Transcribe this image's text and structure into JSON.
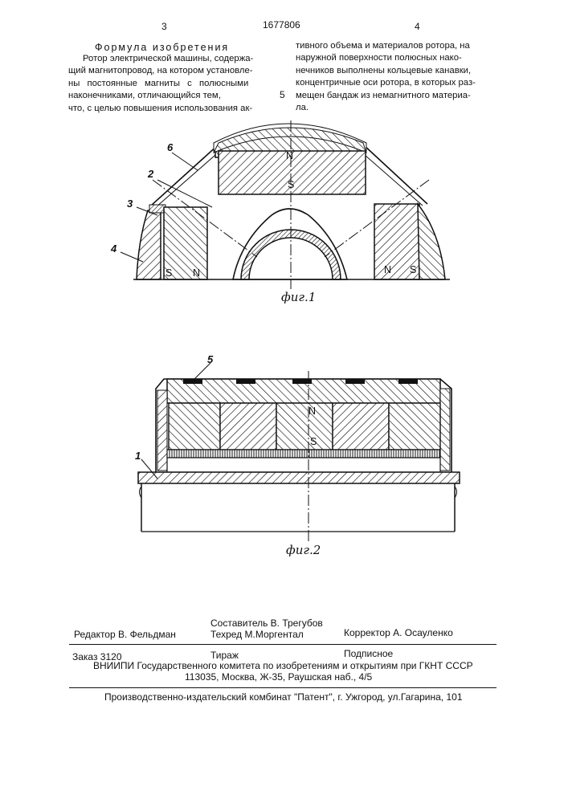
{
  "header": {
    "page_left": "3",
    "patent_number": "1677806",
    "page_right": "4",
    "line_marker": "5"
  },
  "formula": {
    "title": "Формула изобретения",
    "left_lines": [
      "Ротор электрической машины, содержа-",
      "щий магнитопровод, на котором установле-",
      "ны постоянные магниты с полюсными",
      "наконечниками, отличающийся тем,",
      "что, с целью повышения использования ак-"
    ],
    "right_lines": [
      "тивного объема и материалов ротора, на",
      "наружной поверхности полюсных нако-",
      "нечников выполнены кольцевые канавки,",
      "концентричные оси ротора, в которых раз-",
      "мещен бандаж из немагнитного материа-",
      "ла."
    ]
  },
  "figure1": {
    "caption": "фиг.1",
    "labels": {
      "l6": "6",
      "l2": "2",
      "l3": "3",
      "l4": "4",
      "N_top": "N",
      "S_top": "S",
      "S_left": "S",
      "N_left": "N",
      "N_right": "N",
      "S_right": "S"
    }
  },
  "figure2": {
    "caption": "фиг.2",
    "labels": {
      "l5": "5",
      "l1": "1",
      "N": "N",
      "S": "S"
    }
  },
  "footer": {
    "editor": "Редактор В. Фельдман",
    "compiler": "Составитель В. Трегубов",
    "techred": "Техред М.Моргентал",
    "corrector": "Корректор А. Осауленко",
    "order": "Заказ 3120",
    "circulation": "Тираж",
    "subscription": "Подписное",
    "org_line1": "ВНИИПИ Государственного комитета по изобретениям и открытиям при ГКНТ СССР",
    "org_line2": "113035, Москва, Ж-35, Раушская наб., 4/5",
    "publisher": "Производственно-издательский комбинат \"Патент\", г. Ужгород, ул.Гагарина, 101"
  }
}
